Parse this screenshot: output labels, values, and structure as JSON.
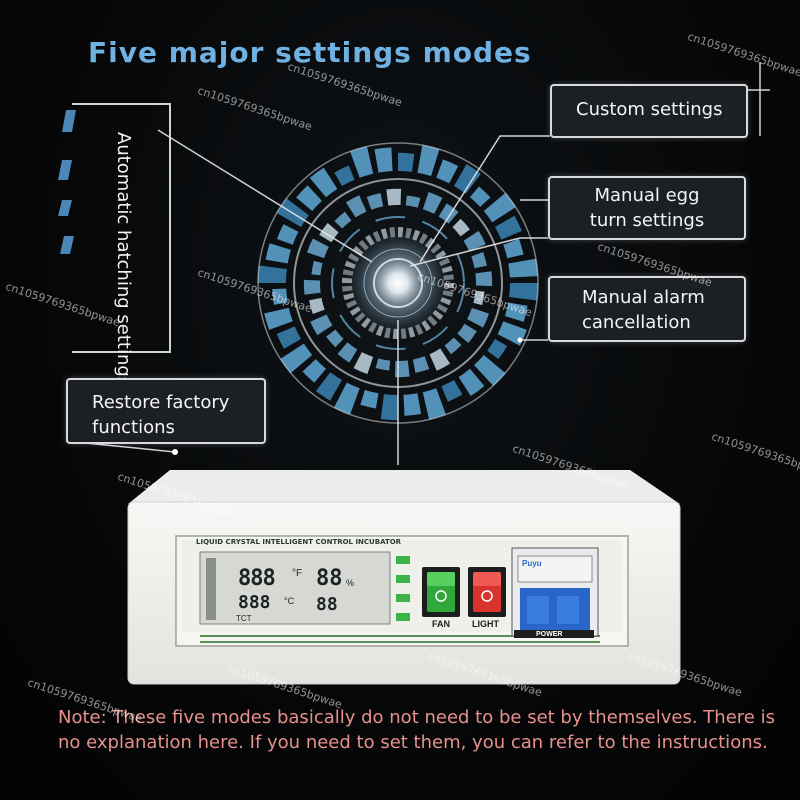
{
  "title": "Five major settings modes",
  "modes": {
    "automatic_hatching": "Automatic hatching settings",
    "custom": "Custom settings",
    "manual_egg_turn": [
      "Manual egg",
      "turn settings"
    ],
    "manual_alarm": [
      "Manual alarm",
      "cancellation"
    ],
    "restore_factory": [
      "Restore factory",
      "functions"
    ]
  },
  "device": {
    "panel_label": "LIQUID CRYSTAL INTELLIGENT CONTROL INCUBATOR",
    "lcd_big": "888",
    "lcd_small": "88",
    "unit_c": "°C",
    "unit_f": "°F",
    "percent": "%",
    "tct": "TCT",
    "fan_label": "FAN",
    "light_label": "LIGHT",
    "power_label": "POWER",
    "breaker_brand": "Puyu"
  },
  "note": "Note: These five modes basically do not need to be set by themselves. There is no explanation here. If you need to set them, you can refer to the instructions.",
  "watermark": "cn1059769365bpwae"
}
